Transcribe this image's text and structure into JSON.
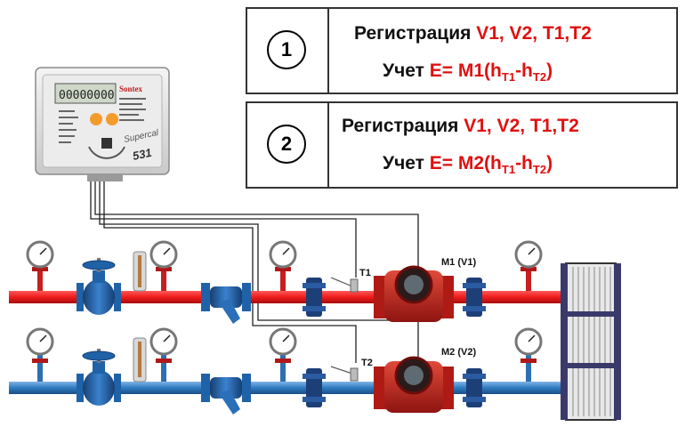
{
  "meter": {
    "brand": "Sontex",
    "model": "Supercal",
    "model_number": "531"
  },
  "table": {
    "rows": [
      {
        "number": "1",
        "reg_prefix": "Регистрация ",
        "reg_vars": "V1, V2, T1,T2",
        "acc_prefix": "Учет ",
        "formula_start": "E= M1(h",
        "sub1": "T1",
        "minus": "-h",
        "sub2": "T2",
        "close": ")"
      },
      {
        "number": "2",
        "reg_prefix": "Регистрация ",
        "reg_vars": "V1, V2, T1,T2",
        "acc_prefix": "Учет ",
        "formula_start": "E= M2(h",
        "sub1": "T1",
        "minus": "-h",
        "sub2": "T2",
        "close": ")"
      }
    ]
  },
  "labels": {
    "t1": "T1",
    "t2": "T2",
    "m1": "M1 (V1)",
    "m2": "M2 (V2)"
  },
  "colors": {
    "supply_pipe": "#ee1b1b",
    "return_pipe": "#2e7bc0",
    "valve_blue": "#1f62a8",
    "meter_red": "#c8201a",
    "formula_red": "#e01010"
  }
}
